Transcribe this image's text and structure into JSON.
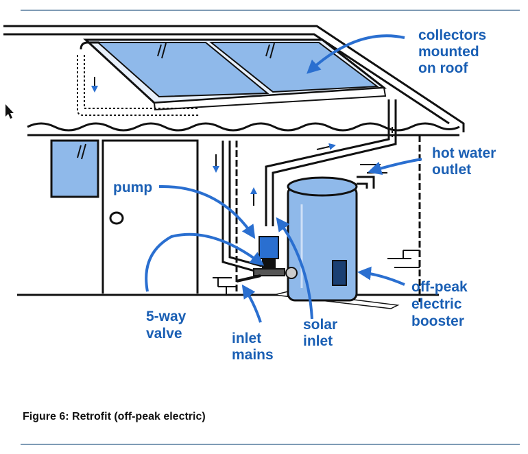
{
  "labels": {
    "collectors": [
      "collectors",
      "mounted",
      "on roof"
    ],
    "hot_water": [
      "hot water",
      "outlet"
    ],
    "pump": [
      "pump"
    ],
    "booster": [
      "off-peak",
      "electric",
      "booster"
    ],
    "valve": [
      "5-way",
      "valve"
    ],
    "inlet_mains": [
      "inlet",
      "mains"
    ],
    "solar_inlet": [
      "solar",
      "inlet"
    ]
  },
  "caption": "Figure 6: Retrofit (off-peak electric)",
  "colors": {
    "label": "#1a5fb4",
    "arrow": "#2a6fd0",
    "panel": "#8fb9ea",
    "tank": "#8fb9ea",
    "line": "#111111",
    "rule": "#7f9bb5"
  }
}
